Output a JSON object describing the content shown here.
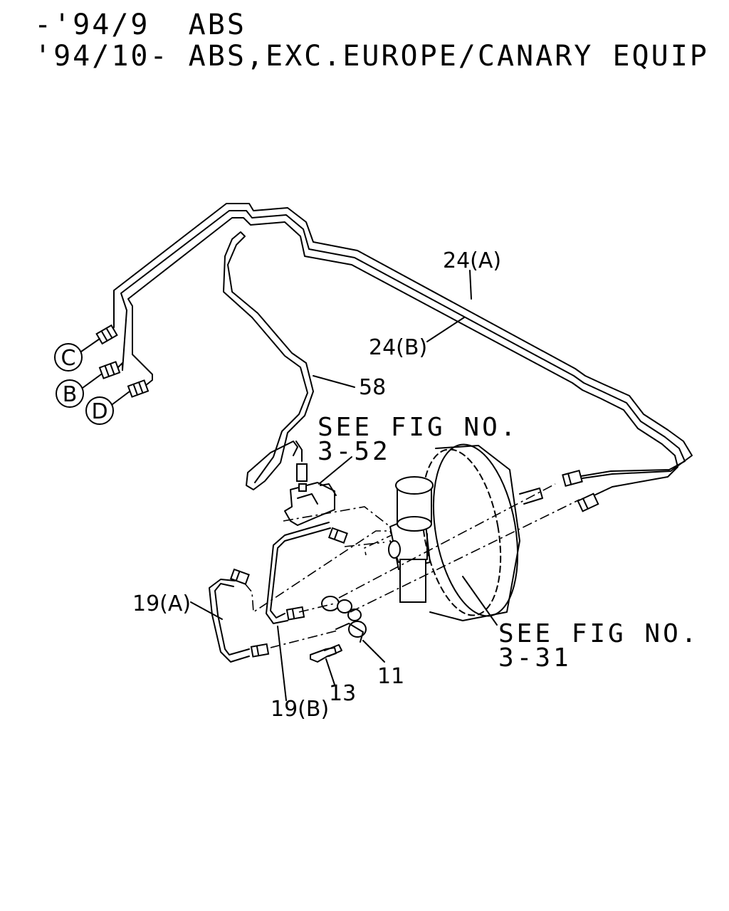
{
  "header": {
    "line1": "-'94/9  ABS",
    "line2": "'94/10- ABS,EXC.EUROPE/CANARY EQUIP"
  },
  "labels": {
    "p24a": "24(A)",
    "p24b": "24(B)",
    "p58": "58",
    "p19a": "19(A)",
    "p19b": "19(B)",
    "p13": "13",
    "p11": "11"
  },
  "connectors": {
    "c": "C",
    "b": "B",
    "d": "D"
  },
  "references": {
    "ref1_line1": "SEE FIG NO.",
    "ref1_line2": "3-52",
    "ref2_line1": "SEE FIG NO.",
    "ref2_line2": "3-31"
  }
}
